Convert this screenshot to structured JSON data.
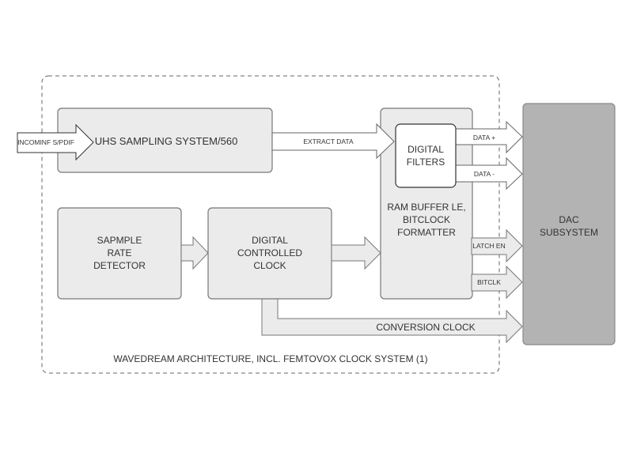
{
  "diagram": {
    "boundary_label": "WAVEDREAM ARCHITECTURE, INCL. FEMTOVOX CLOCK SYSTEM (1)",
    "blocks": {
      "uhs": "UHS SAMPLING SYSTEM/560",
      "rate_detector": [
        "SAPMPLE",
        "RATE",
        "DETECTOR"
      ],
      "dcc": [
        "DIGITAL",
        "CONTROLLED",
        "CLOCK"
      ],
      "ram_buffer": [
        "RAM BUFFER LE,",
        "BITCLOCK",
        "FORMATTER"
      ],
      "digital_filters": [
        "DIGITAL",
        "FILTERS"
      ],
      "dac": [
        "DAC",
        "SUBSYSTEM"
      ]
    },
    "signals": {
      "input": "INCOMINF S/PDIF",
      "extract": "EXTRACT DATA",
      "data_plus": "DATA +",
      "data_minus": "DATA -",
      "latch_en": "LATCH EN",
      "bitclk": "BITCLK",
      "conversion_clock": "CONVERSION CLOCK"
    },
    "colors": {
      "block_fill": "#ebebeb",
      "dac_fill": "#b3b3b3",
      "stroke": "#777777",
      "text": "#333333"
    }
  }
}
